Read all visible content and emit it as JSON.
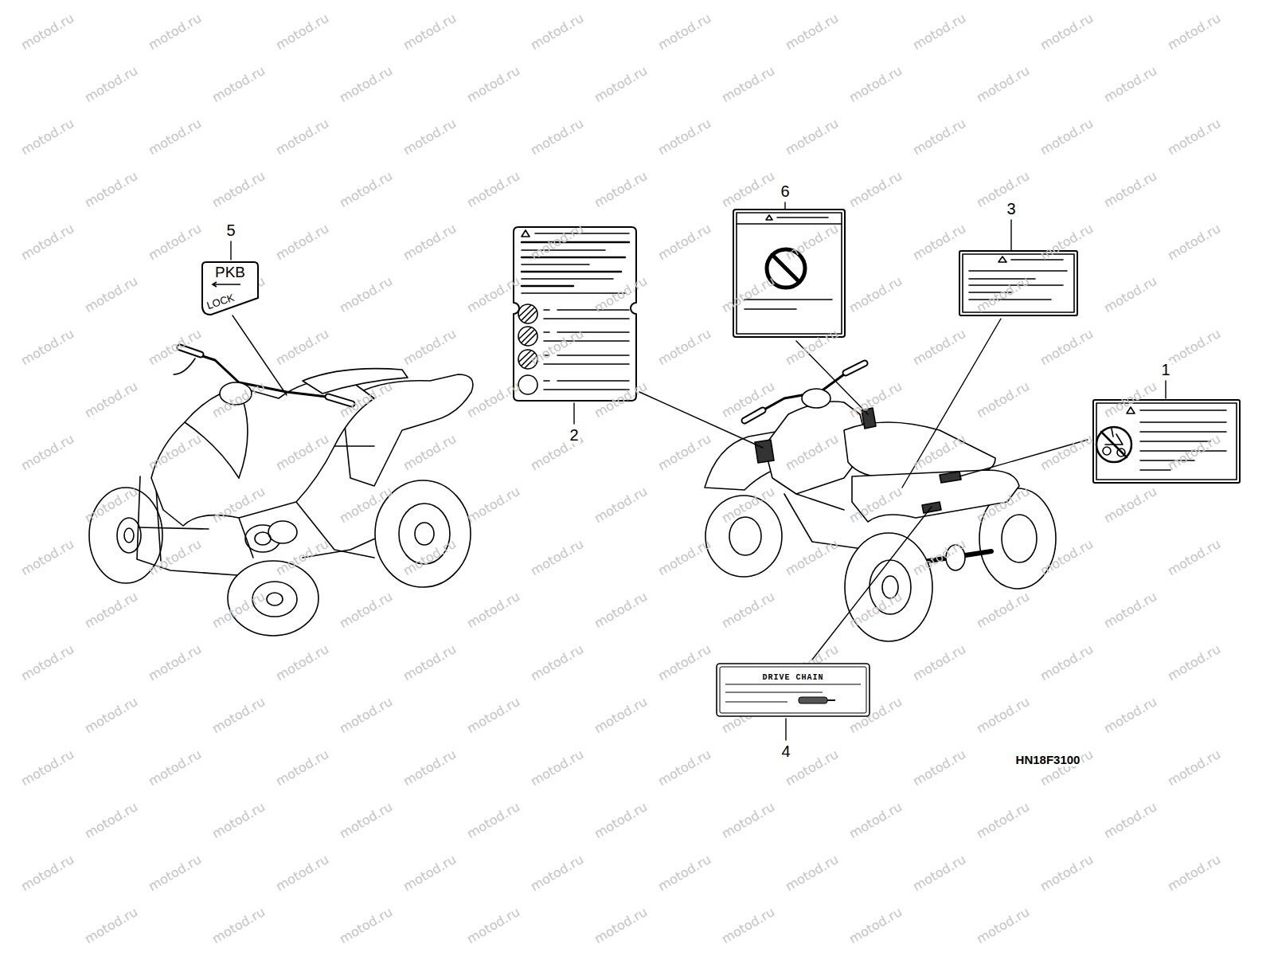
{
  "diagram": {
    "nodes": [
      {
        "text": [
          "PKB",
          "LOCK"
        ]
      },
      {
        "text": [
          "DRIVE CHAIN"
        ]
      }
    ],
    "labels": [
      "5",
      "2",
      "6",
      "3",
      "1",
      "4",
      "HN18F3100",
      "motod.ru",
      "motod.ru",
      "motod.ru",
      "motod.ru",
      "motod.ru",
      "motod.ru",
      "motod.ru",
      "motod.ru",
      "motod.ru",
      "motod.ru",
      "motod.ru",
      "motod.ru",
      "motod.ru",
      "motod.ru",
      "motod.ru",
      "motod.ru",
      "motod.ru",
      "motod.ru",
      "motod.ru",
      "motod.ru",
      "motod.ru",
      "motod.ru",
      "motod.ru",
      "motod.ru",
      "motod.ru",
      "motod.ru",
      "motod.ru",
      "motod.ru",
      "motod.ru",
      "motod.ru",
      "motod.ru",
      "motod.ru",
      "motod.ru",
      "motod.ru",
      "motod.ru",
      "motod.ru",
      "motod.ru",
      "motod.ru",
      "motod.ru",
      "motod.ru",
      "motod.ru",
      "motod.ru",
      "motod.ru",
      "motod.ru",
      "motod.ru",
      "motod.ru",
      "motod.ru",
      "motod.ru",
      "motod.ru",
      "motod.ru",
      "motod.ru",
      "motod.ru",
      "motod.ru",
      "motod.ru",
      "motod.ru",
      "motod.ru",
      "motod.ru",
      "motod.ru",
      "motod.ru",
      "motod.ru",
      "motod.ru",
      "motod.ru",
      "motod.ru",
      "motod.ru",
      "motod.ru",
      "motod.ru",
      "motod.ru",
      "motod.ru",
      "motod.ru",
      "motod.ru",
      "motod.ru",
      "motod.ru",
      "motod.ru",
      "motod.ru",
      "motod.ru",
      "motod.ru",
      "motod.ru",
      "motod.ru",
      "motod.ru",
      "motod.ru",
      "motod.ru",
      "motod.ru",
      "motod.ru",
      "motod.ru",
      "motod.ru",
      "motod.ru",
      "motod.ru",
      "motod.ru",
      "motod.ru",
      "motod.ru",
      "motod.ru",
      "motod.ru",
      "motod.ru",
      "motod.ru",
      "motod.ru",
      "motod.ru",
      "motod.ru",
      "motod.ru",
      "motod.ru",
      "motod.ru",
      "motod.ru",
      "motod.ru",
      "motod.ru",
      "motod.ru",
      "motod.ru",
      "motod.ru",
      "motod.ru",
      "motod.ru",
      "motod.ru",
      "motod.ru",
      "motod.ru",
      "motod.ru",
      "motod.ru",
      "motod.ru",
      "motod.ru",
      "motod.ru",
      "motod.ru",
      "motod.ru",
      "motod.ru",
      "motod.ru",
      "motod.ru",
      "motod.ru",
      "motod.ru",
      "motod.ru",
      "motod.ru",
      "motod.ru",
      "motod.ru",
      "motod.ru",
      "motod.ru",
      "motod.ru",
      "motod.ru",
      "motod.ru",
      "motod.ru",
      "motod.ru",
      "motod.ru",
      "motod.ru",
      "motod.ru",
      "motod.ru",
      "motod.ru",
      "motod.ru",
      "motod.ru",
      "motod.ru",
      "motod.ru",
      "motod.ru",
      "motod.ru",
      "motod.ru",
      "motod.ru",
      "motod.ru",
      "motod.ru",
      "motod.ru",
      "motod.ru",
      "motod.ru",
      "motod.ru",
      "motod.ru",
      "motod.ru",
      "motod.ru",
      "motod.ru",
      "motod.ru",
      "motod.ru",
      "motod.ru",
      "motod.ru",
      "motod.ru",
      "motod.ru",
      "motod.ru",
      "motod.ru",
      "motod.ru",
      "motod.ru",
      "motod.ru",
      "motod.ru",
      "motod.ru"
    ]
  }
}
